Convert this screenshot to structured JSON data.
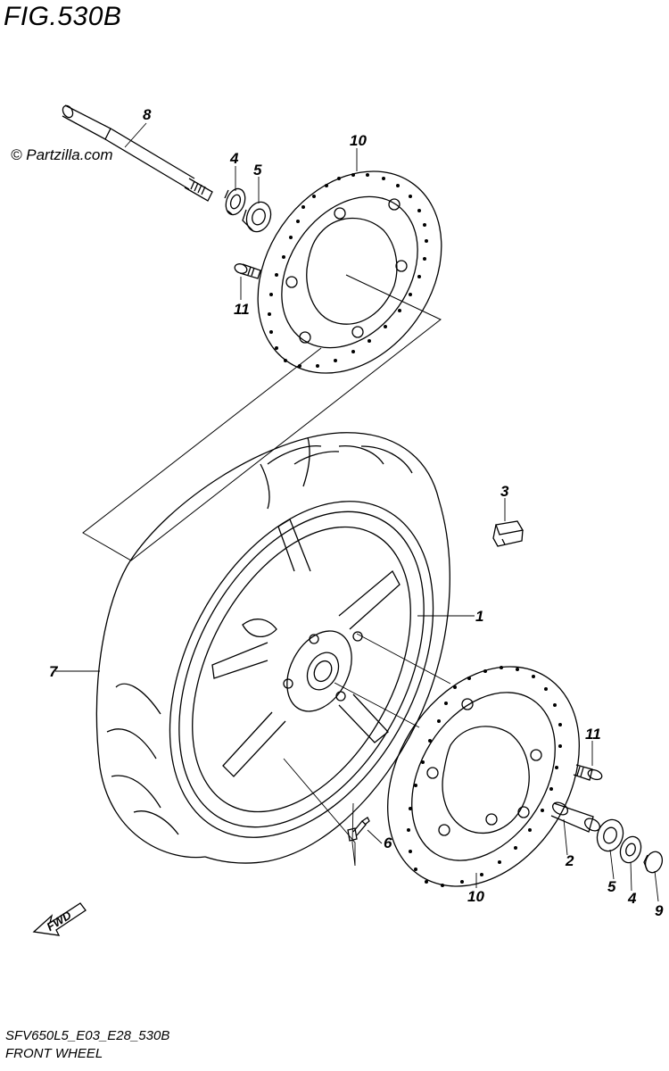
{
  "figure": {
    "title": "FIG.530B",
    "copyright": "© Partzilla.com",
    "code": "SFV650L5_E03_E28_530B",
    "caption": "FRONT WHEEL",
    "fwd_label": "FWD"
  },
  "callouts": [
    "8",
    "4",
    "5",
    "10",
    "11",
    "3",
    "1",
    "7",
    "11",
    "6",
    "2",
    "10",
    "5",
    "4",
    "9"
  ]
}
